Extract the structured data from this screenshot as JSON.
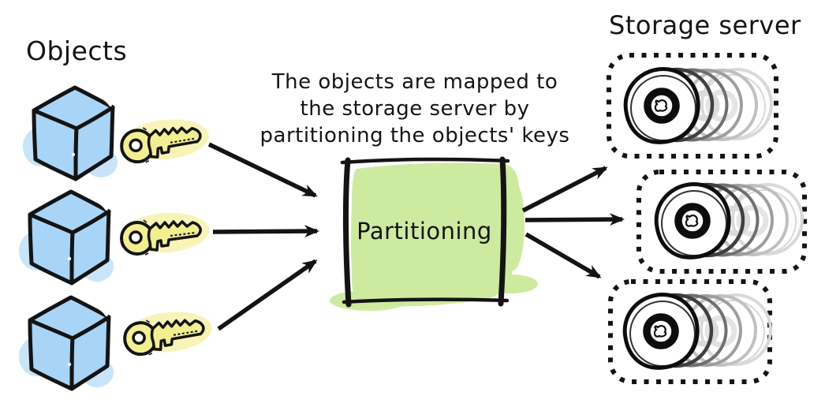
{
  "diagram": {
    "objects_label": "Objects",
    "storage_label": "Storage server",
    "caption_line1": "The objects are mapped to",
    "caption_line2": "the storage server by",
    "caption_line3": "partitioning the objects' keys",
    "partition_label": "Partitioning",
    "object_count": 3,
    "key_count": 3,
    "storage_server_count": 3
  },
  "colors": {
    "ink": "#141414",
    "cube_fill": "#a8d5f7",
    "cube_shadow": "#c7e4f9",
    "key_fill": "#f3ee90",
    "key_halo": "#f8f3b6",
    "partition_fill": "#cdeb9e",
    "disk_gray_1": "#3f3f3f",
    "disk_gray_2": "#707070",
    "disk_gray_3": "#9e9e9e",
    "disk_gray_4": "#c0c0c0",
    "disk_gray_5": "#d9d9d9"
  }
}
